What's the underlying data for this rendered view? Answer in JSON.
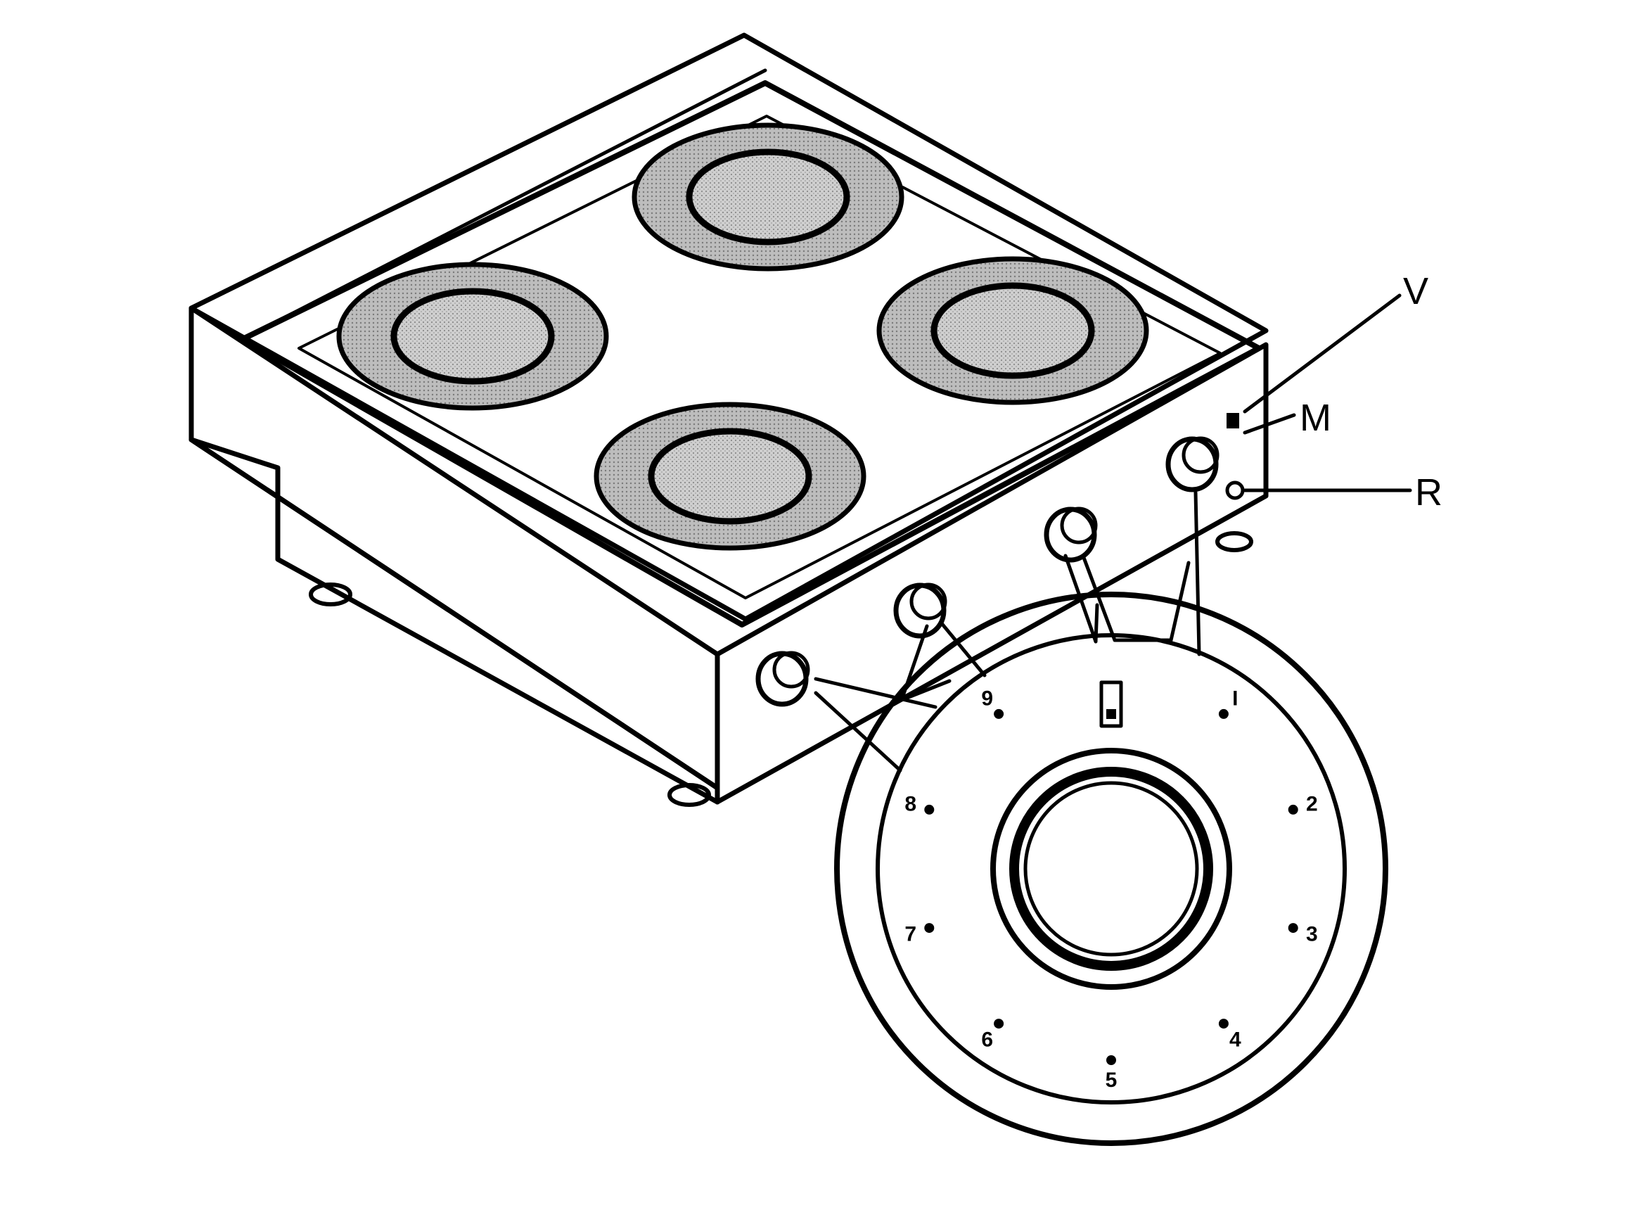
{
  "callouts": {
    "v": "V",
    "m": "M",
    "r": "R"
  },
  "dial": {
    "labels": [
      "I",
      "2",
      "3",
      "4",
      "5",
      "6",
      "7",
      "8",
      "9"
    ]
  },
  "colors": {
    "ink": "#000000",
    "zone_shade": "#b8b8b8",
    "zone_shade_inner": "#d2d2d2",
    "surface": "#ffffff"
  }
}
